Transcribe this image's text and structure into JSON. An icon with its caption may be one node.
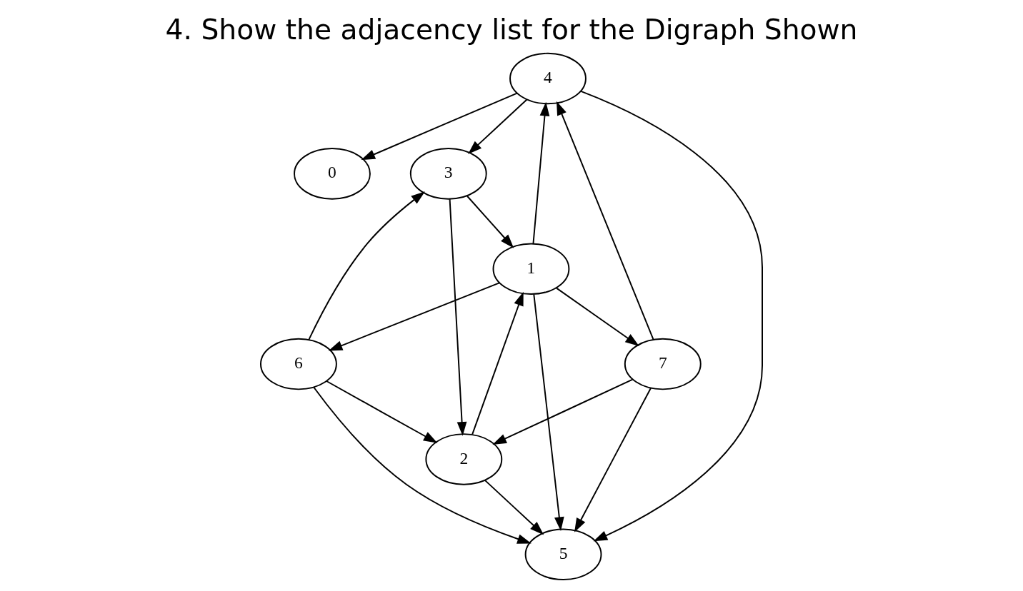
{
  "diagram": {
    "title": "4. Show the adjacency list for the Digraph Shown",
    "nodes": [
      {
        "text": [
          "4"
        ]
      },
      {
        "text": [
          "0"
        ]
      },
      {
        "text": [
          "3"
        ]
      },
      {
        "text": [
          "1"
        ]
      },
      {
        "text": [
          "6"
        ]
      },
      {
        "text": [
          "7"
        ]
      },
      {
        "text": [
          "2"
        ]
      },
      {
        "text": [
          "5"
        ]
      }
    ],
    "edges": [
      {
        "from": 0,
        "to": 1,
        "arrow": "to"
      },
      {
        "from": 0,
        "to": 2,
        "arrow": "to"
      },
      {
        "from": 0,
        "to": 7,
        "arrow": "to"
      },
      {
        "from": 2,
        "to": 3,
        "arrow": "to"
      },
      {
        "from": 2,
        "to": 6,
        "arrow": "to"
      },
      {
        "from": 3,
        "to": 0,
        "arrow": "to"
      },
      {
        "from": 3,
        "to": 4,
        "arrow": "to"
      },
      {
        "from": 3,
        "to": 5,
        "arrow": "to"
      },
      {
        "from": 3,
        "to": 7,
        "arrow": "to"
      },
      {
        "from": 4,
        "to": 2,
        "arrow": "to"
      },
      {
        "from": 4,
        "to": 6,
        "arrow": "to"
      },
      {
        "from": 4,
        "to": 7,
        "arrow": "to"
      },
      {
        "from": 5,
        "to": 0,
        "arrow": "to"
      },
      {
        "from": 5,
        "to": 6,
        "arrow": "to"
      },
      {
        "from": 5,
        "to": 7,
        "arrow": "to"
      },
      {
        "from": 6,
        "to": 3,
        "arrow": "to"
      },
      {
        "from": 6,
        "to": 7,
        "arrow": "to"
      }
    ]
  }
}
